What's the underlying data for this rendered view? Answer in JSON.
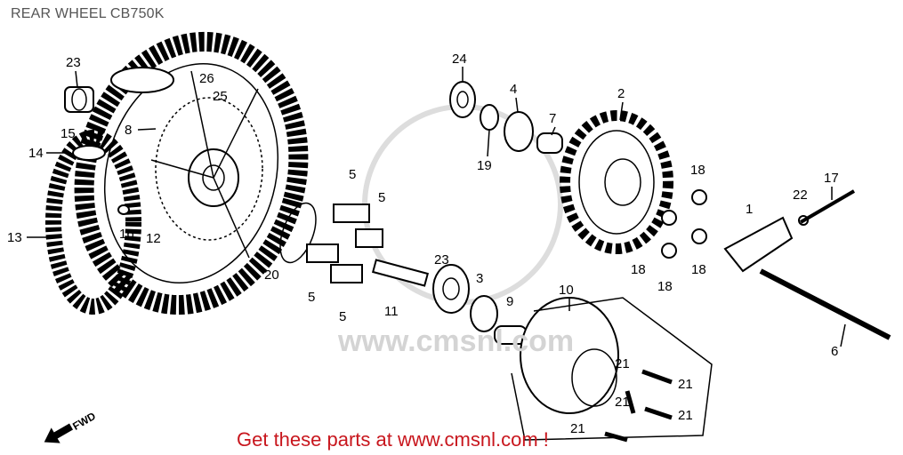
{
  "title": "REAR WHEEL CB750K",
  "footer": "Get these parts at www.cmsnl.com !",
  "watermark": "www.cmsnl.com",
  "direction_marker": "FWD",
  "callouts": [
    "23",
    "26",
    "25",
    "8",
    "15",
    "14",
    "13",
    "16",
    "12",
    "24",
    "4",
    "7",
    "19",
    "2",
    "5",
    "5",
    "5",
    "5",
    "20",
    "11",
    "23",
    "3",
    "9",
    "10",
    "18",
    "18",
    "18",
    "18",
    "17",
    "22",
    "1",
    "6",
    "21",
    "21",
    "21",
    "21",
    "21"
  ]
}
